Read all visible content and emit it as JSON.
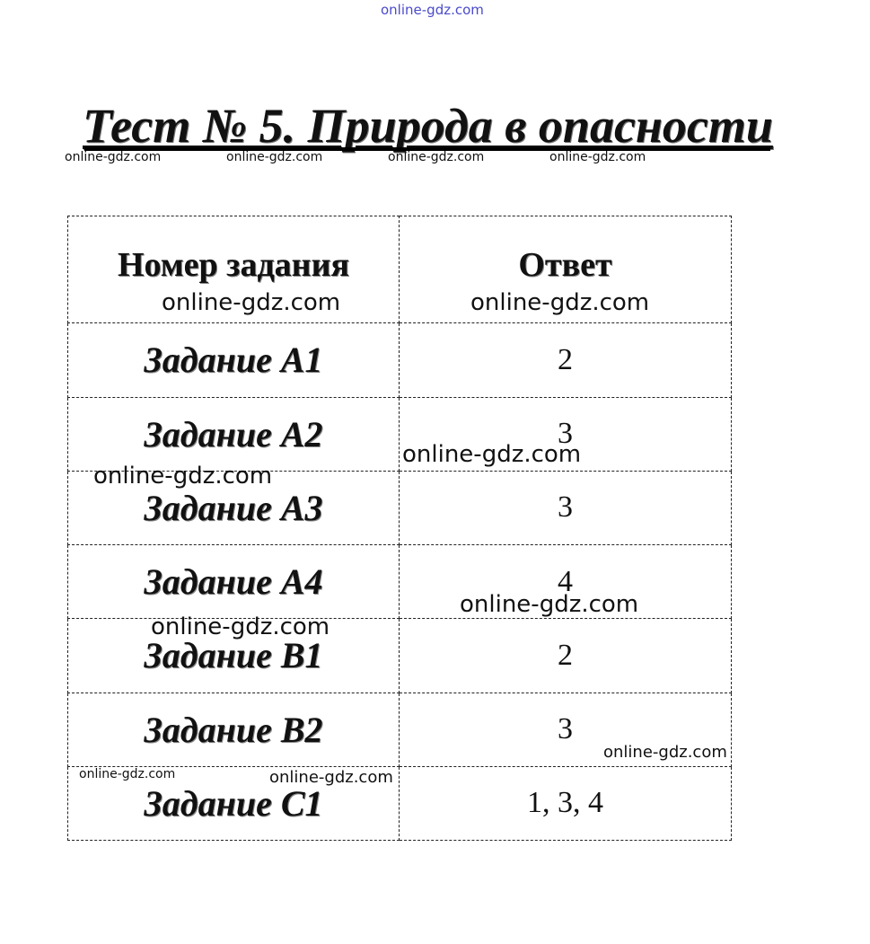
{
  "watermark_text": "online-gdz.com",
  "title": "Тест № 5. Природа в опасности",
  "table": {
    "headers": [
      "Номер задания",
      "Ответ"
    ],
    "rows": [
      {
        "task": "Задание А1",
        "answer": "2"
      },
      {
        "task": "Задание А2",
        "answer": "3"
      },
      {
        "task": "Задание А3",
        "answer": "3"
      },
      {
        "task": "Задание А4",
        "answer": "4"
      },
      {
        "task": "Задание В1",
        "answer": "2"
      },
      {
        "task": "Задание В2",
        "answer": "3"
      },
      {
        "task": "Задание С1",
        "answer": "1, 3, 4"
      }
    ]
  },
  "colors": {
    "top_watermark": "#4a4acc",
    "text": "#111111",
    "border": "#222222"
  }
}
